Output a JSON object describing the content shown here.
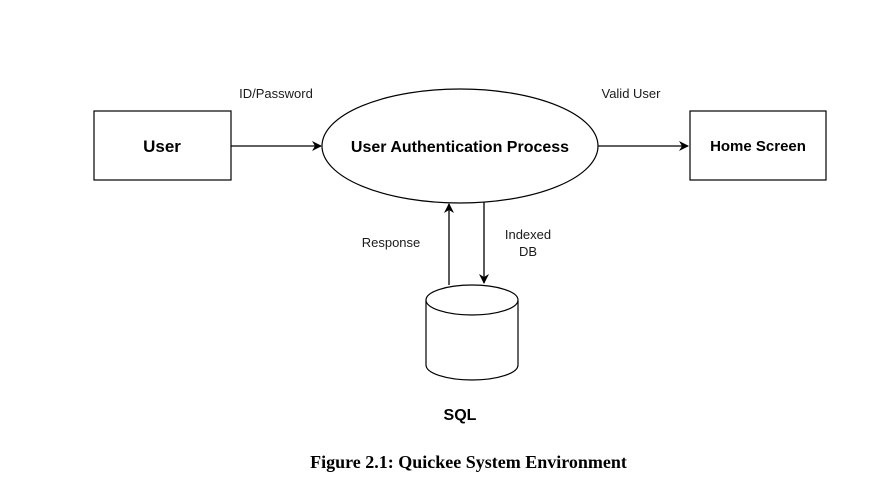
{
  "diagram": {
    "nodes": {
      "user": {
        "label": "User"
      },
      "auth_process": {
        "label": "User Authentication Process"
      },
      "home_screen": {
        "label": "Home Screen"
      },
      "sql_db": {
        "label": "SQL"
      }
    },
    "edges": {
      "credentials": {
        "label": "ID/Password"
      },
      "valid_user": {
        "label": "Valid User"
      },
      "response": {
        "label": "Response"
      },
      "indexed_db": {
        "label_line1": "Indexed",
        "label_line2": "DB"
      }
    }
  },
  "caption": "Figure 2.1: Quickee System Environment",
  "colors": {
    "stroke": "#000000",
    "background": "#ffffff"
  }
}
